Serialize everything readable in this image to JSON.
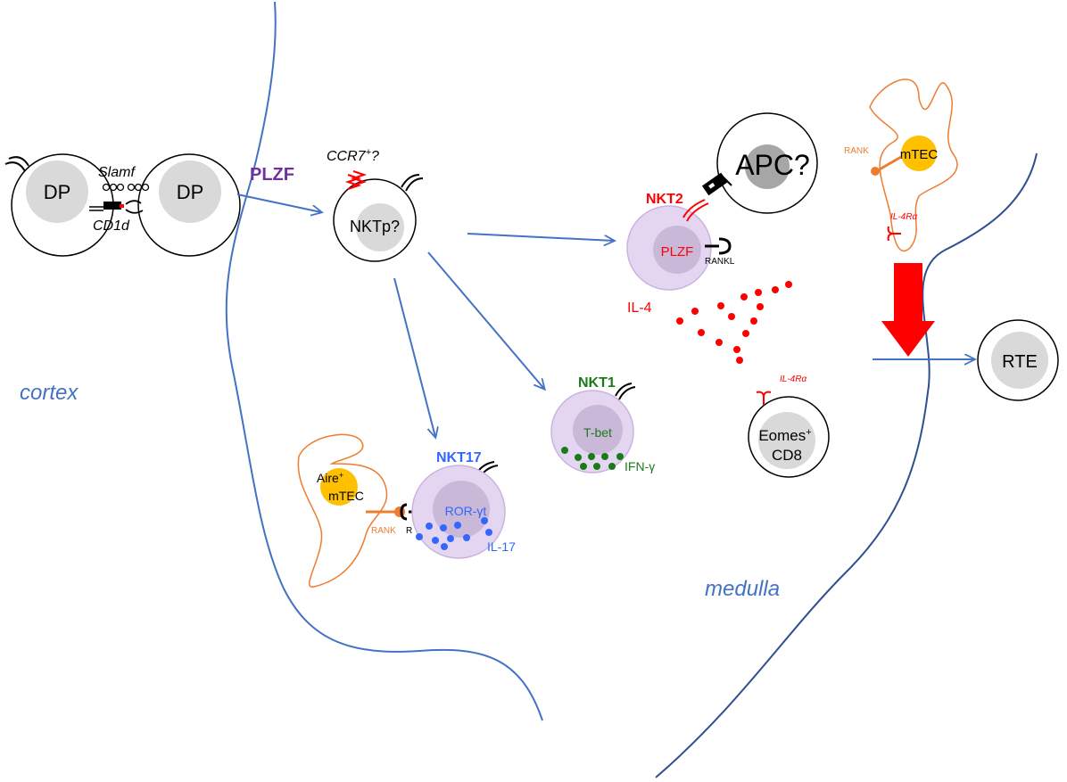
{
  "colors": {
    "boundary": "#4472c4",
    "boundary_dark": "#2f4f8f",
    "arrow": "#4472c4",
    "plzf_purple": "#7030a0",
    "red": "#ff0000",
    "green": "#1a7a1a",
    "nkt17_blue": "#3366ff",
    "orange": "#ed7d31",
    "mtec_yellow": "#ffc000",
    "cell_lilac": "#e4d6f0",
    "nucleus_grey": "#d9d9d9",
    "lilac_nucleus": "#c9b8d8"
  },
  "regions": {
    "cortex": "cortex",
    "medulla": "medulla"
  },
  "dp_pair": {
    "left_label": "DP",
    "right_label": "DP",
    "slamf": "Slamf",
    "cd1d": "CD1d"
  },
  "plzf_label": "PLZF",
  "nktp": {
    "label": "NKTp?",
    "ccr7": "CCR7",
    "ccr7_sup": "+",
    "ccr7_q": "?"
  },
  "nkt2": {
    "title": "NKT2",
    "nucleus": "PLZF",
    "cytokine": "IL-4",
    "rankl": "RANKL"
  },
  "apc": {
    "label": "APC?"
  },
  "mtec_top": {
    "label": "mTEC",
    "rank": "RANK",
    "il4ra": "IL-4Rα"
  },
  "nkt1": {
    "title": "NKT1",
    "nucleus": "T-bet",
    "cytokine": "IFN-γ"
  },
  "eomes_cd8": {
    "line1": "Eomes",
    "line1_sup": "+",
    "line2": "CD8",
    "il4ra": "IL-4Rα"
  },
  "rte": {
    "label": "RTE"
  },
  "nkt17": {
    "title": "NKT17",
    "nucleus": "ROR-γt",
    "cytokine": "IL-17"
  },
  "aire_mtec": {
    "line1": "Aire",
    "line1_sup": "+",
    "line2": "mTEC",
    "rank": "RANK",
    "rankl_clipped": "R"
  }
}
